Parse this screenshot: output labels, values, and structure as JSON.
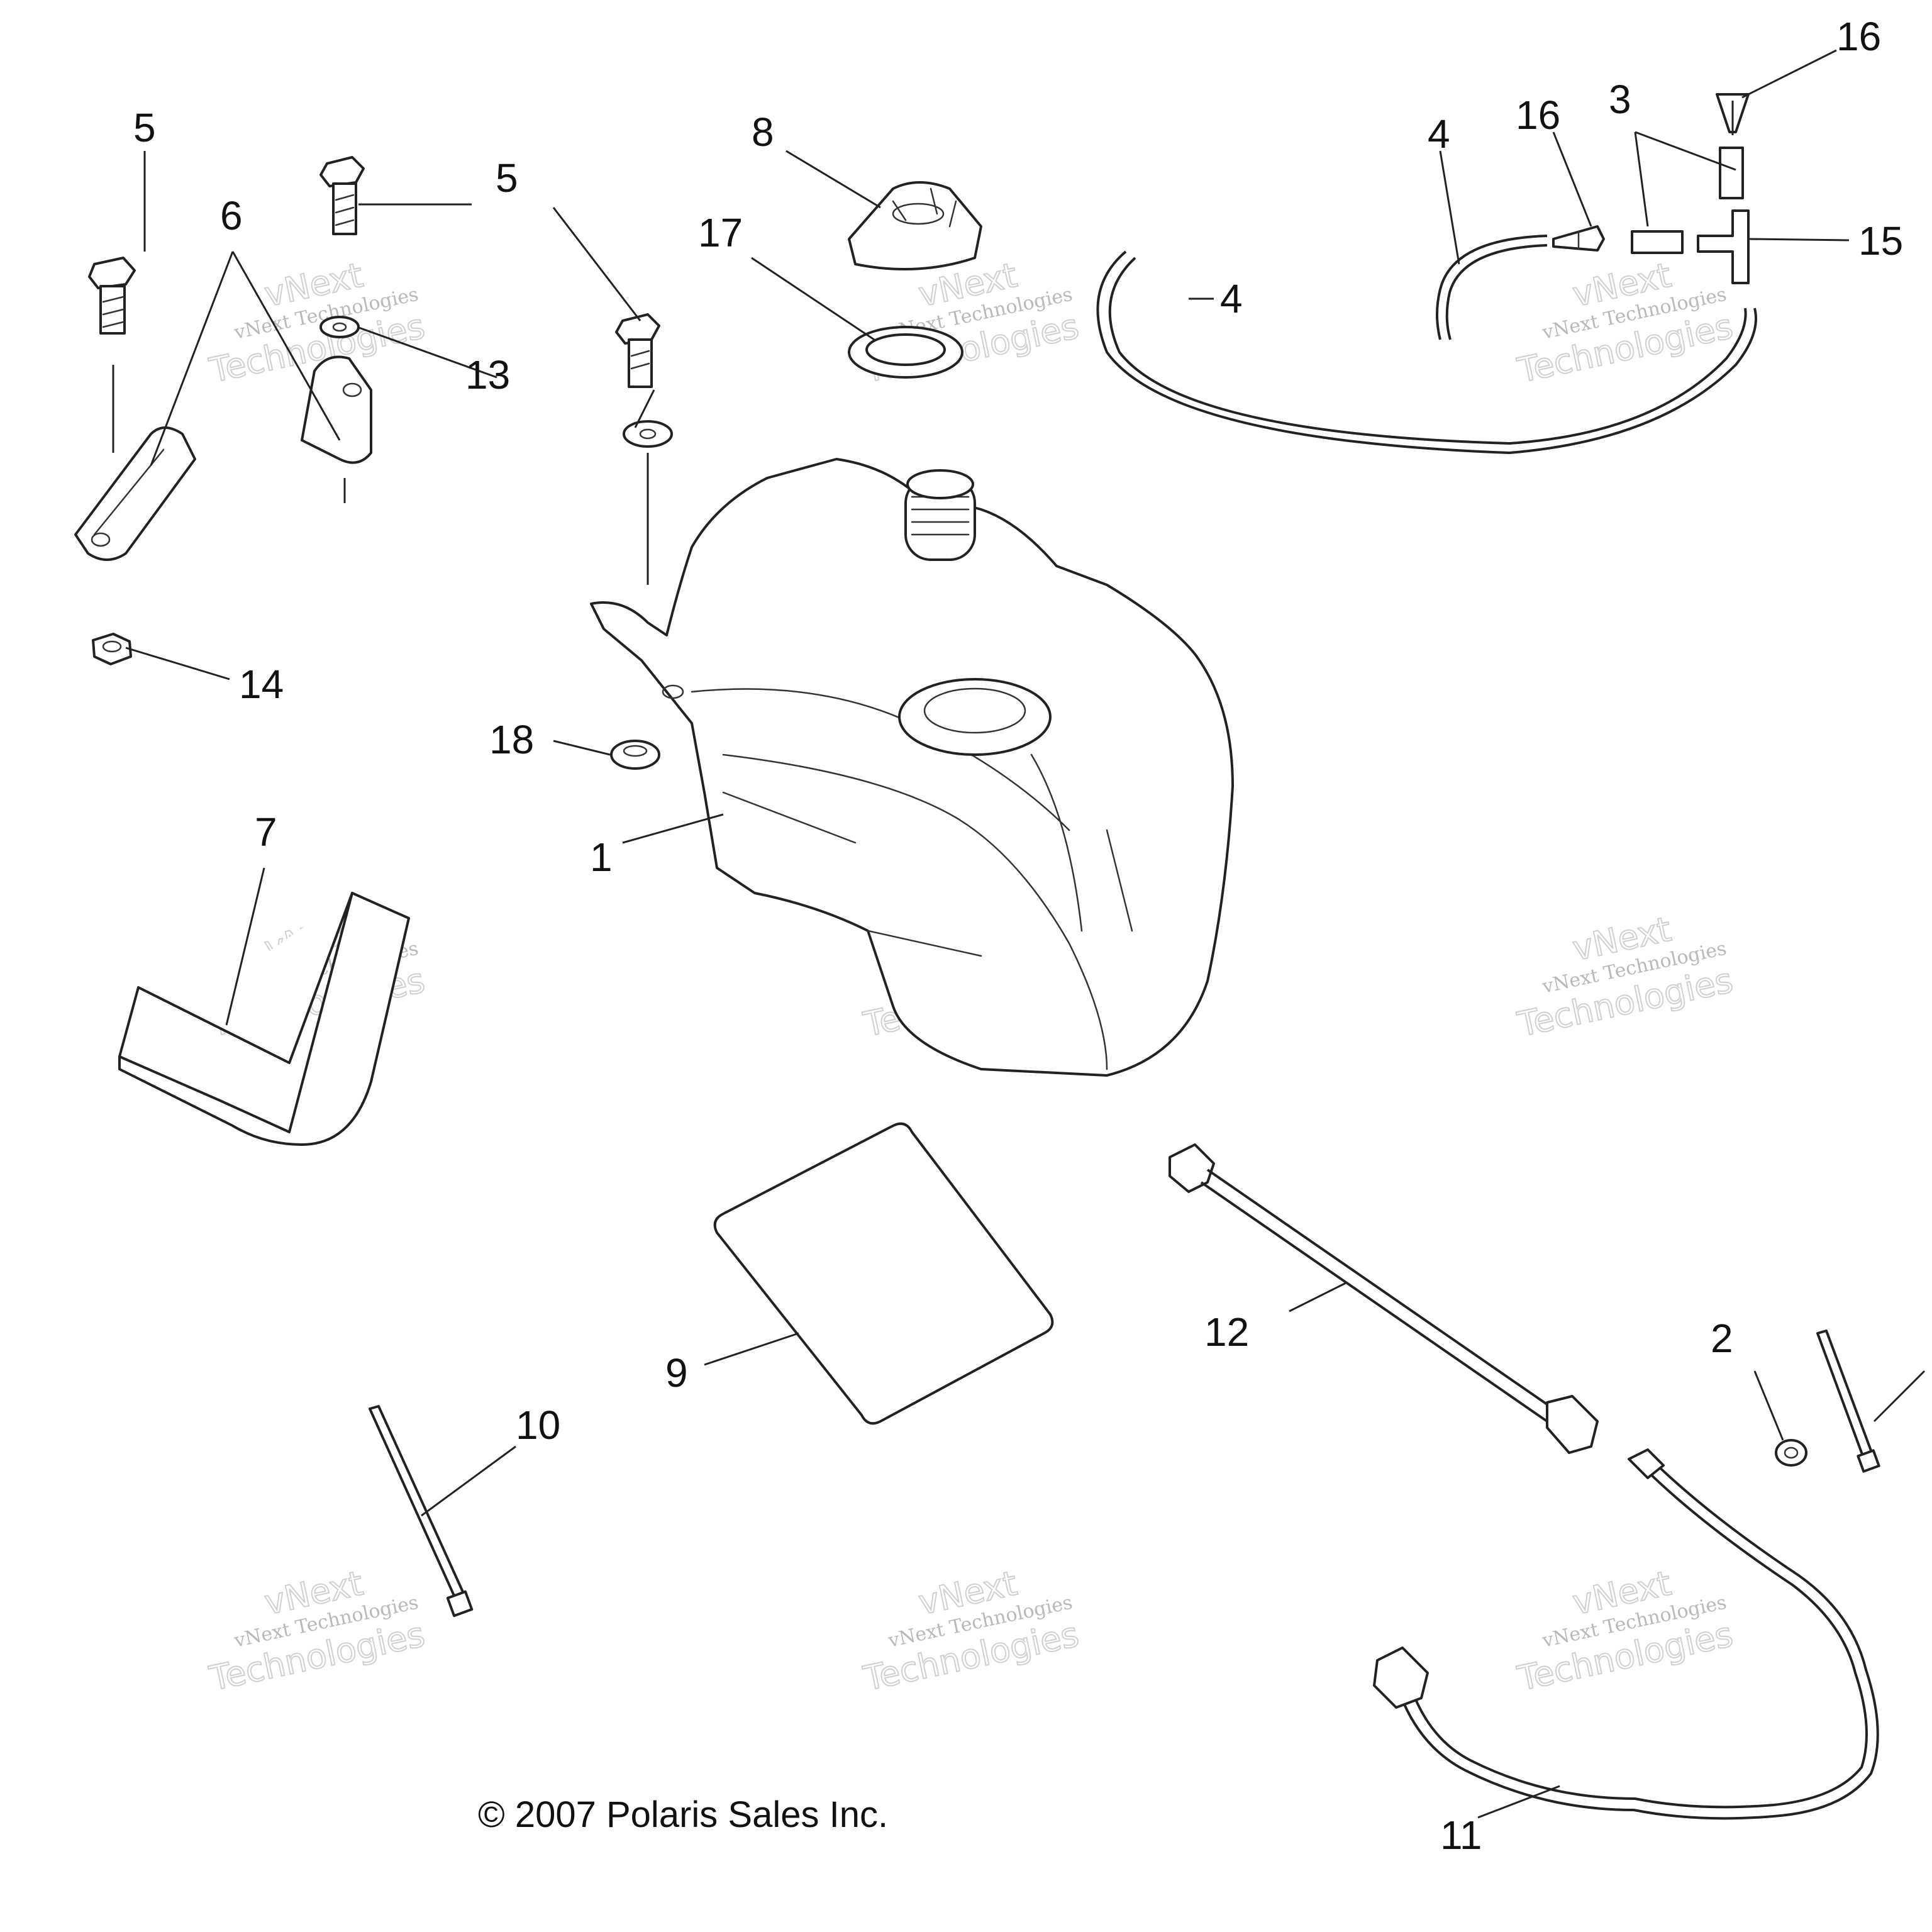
{
  "copyright": "© 2007 Polaris Sales Inc.",
  "watermark": {
    "line1": "vNext Technologies",
    "line2": "vNext",
    "line3": "Technologies"
  },
  "callouts": [
    {
      "id": "c1",
      "label": "1"
    },
    {
      "id": "c2",
      "label": "2"
    },
    {
      "id": "c3",
      "label": "3"
    },
    {
      "id": "c4a",
      "label": "4"
    },
    {
      "id": "c4b",
      "label": "4"
    },
    {
      "id": "c5a",
      "label": "5"
    },
    {
      "id": "c5b",
      "label": "5"
    },
    {
      "id": "c6",
      "label": "6"
    },
    {
      "id": "c7",
      "label": "7"
    },
    {
      "id": "c8",
      "label": "8"
    },
    {
      "id": "c9",
      "label": "9"
    },
    {
      "id": "c10",
      "label": "10"
    },
    {
      "id": "c11",
      "label": "11"
    },
    {
      "id": "c12",
      "label": "12"
    },
    {
      "id": "c13",
      "label": "13"
    },
    {
      "id": "c14",
      "label": "14"
    },
    {
      "id": "c15",
      "label": "15"
    },
    {
      "id": "c16a",
      "label": "16"
    },
    {
      "id": "c16b",
      "label": "16"
    },
    {
      "id": "c17",
      "label": "17"
    },
    {
      "id": "c18",
      "label": "18"
    }
  ]
}
